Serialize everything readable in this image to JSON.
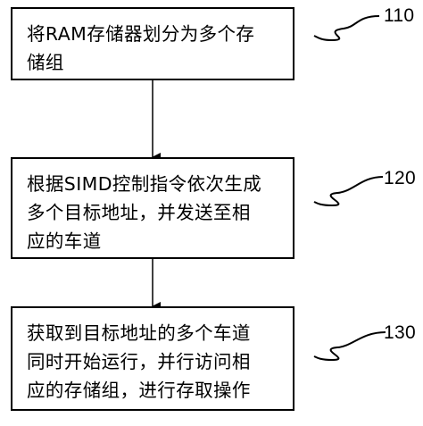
{
  "steps": [
    {
      "id": "110",
      "text": "将RAM存储器划分为多个存\n储组"
    },
    {
      "id": "120",
      "text": "根据SIMD控制指令依次生成\n多个目标地址，并发送至相\n应的车道"
    },
    {
      "id": "130",
      "text": "获取到目标地址的多个车道\n同时开始运行，并行访问相\n应的存储组，进行存取操作"
    }
  ]
}
